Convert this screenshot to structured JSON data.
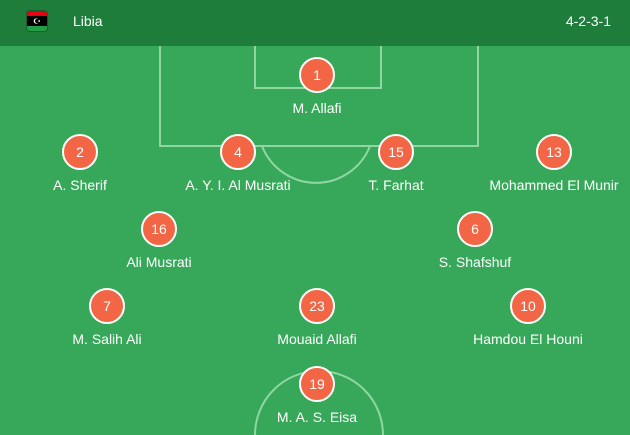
{
  "team": {
    "name": "Libia",
    "formation": "4-2-3-1",
    "flag_icon": "libya-flag-icon"
  },
  "colors": {
    "pitch": "#37a85a",
    "header": "#1f7d3c",
    "lines": "#8fd6a2",
    "badge": "#f26645",
    "text": "#ffffff"
  },
  "players": [
    {
      "number": "1",
      "name": "M. Allafi"
    },
    {
      "number": "2",
      "name": "A. Sherif"
    },
    {
      "number": "4",
      "name": "A. Y. I. Al Musrati"
    },
    {
      "number": "15",
      "name": "T. Farhat"
    },
    {
      "number": "13",
      "name": "Mohammed El Munir"
    },
    {
      "number": "16",
      "name": "Ali Musrati"
    },
    {
      "number": "6",
      "name": "S. Shafshuf"
    },
    {
      "number": "7",
      "name": "M. Salih Ali"
    },
    {
      "number": "23",
      "name": "Mouaid Allafi"
    },
    {
      "number": "10",
      "name": "Hamdou El Houni"
    },
    {
      "number": "19",
      "name": "M. A. S. Eisa"
    }
  ]
}
